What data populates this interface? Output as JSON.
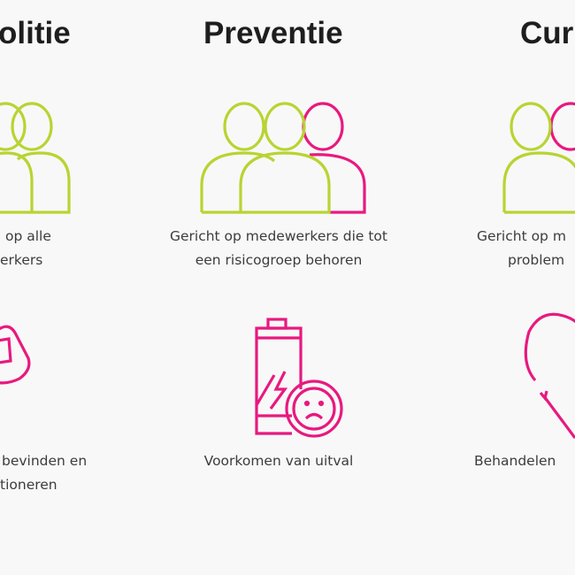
{
  "colors": {
    "lime": "#b8d432",
    "pink": "#e8197f",
    "text": "#3c3c3c",
    "background": "#f8f8f8"
  },
  "columns": [
    {
      "title": "olitie",
      "description": [
        "op alle",
        "erkers"
      ],
      "goal": [
        "bevinden en",
        "tioneren"
      ],
      "icons": [
        "people-group-icon",
        "flexed-arm-icon"
      ]
    },
    {
      "title": "Preventie",
      "description": [
        "Gericht op medewerkers die tot",
        "een risicogroep behoren"
      ],
      "goal": [
        "Voorkomen van uitval"
      ],
      "icons": [
        "people-group-icon",
        "low-battery-sad-face-icon"
      ]
    },
    {
      "title": "Cur",
      "description": [
        "Gericht op m",
        "problem"
      ],
      "goal": [
        "Behandelen"
      ],
      "icons": [
        "people-group-icon",
        "heart-icon"
      ]
    }
  ]
}
